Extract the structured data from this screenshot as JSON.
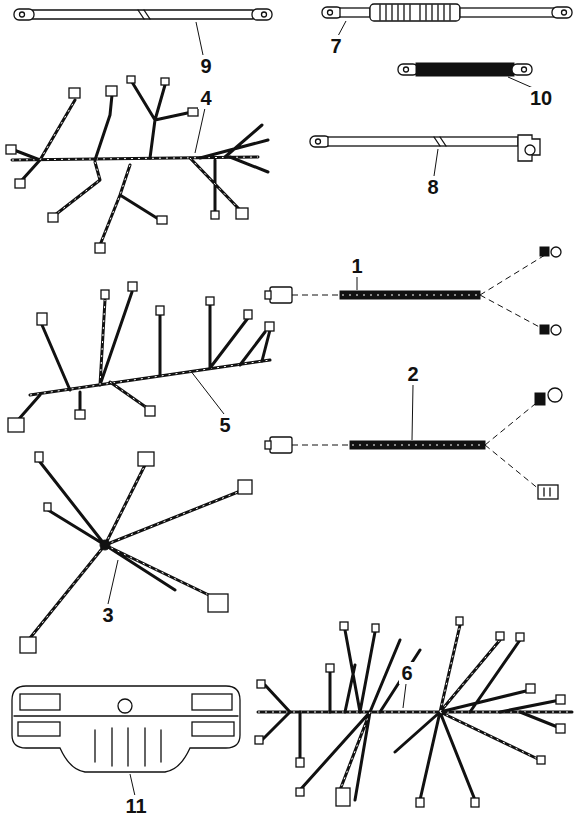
{
  "diagram": {
    "labels": [
      "9",
      "7",
      "10",
      "4",
      "8",
      "1",
      "2",
      "5",
      "3",
      "6",
      "11"
    ]
  }
}
